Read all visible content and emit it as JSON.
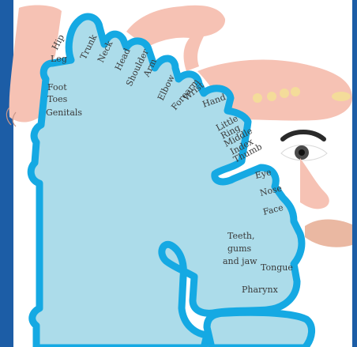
{
  "colors": {
    "frame_blue": "#1c5da6",
    "cortex_fill": "#acdcea",
    "cortex_outline": "#15a9e3",
    "body_skin": "#f6c2b4",
    "lips": "#eab8a2",
    "label_text": "#3a3a3a"
  },
  "labels": {
    "hip": "Hip",
    "trunk": "Trunk",
    "neck": "Neck",
    "head": "Head",
    "shoulder": "Shoulder",
    "arm": "Arm",
    "elbow": "Elbow",
    "forearm": "Forearm",
    "wrist": "Wrist",
    "hand": "Hand",
    "little": "Little",
    "ring": "Ring",
    "middle": "Middle",
    "index": "Index",
    "thumb": "Thumb",
    "leg": "Leg",
    "foot": "Foot",
    "toes": "Toes",
    "genitals": "Genitals",
    "eye": "Eye",
    "nose": "Nose",
    "face": "Face",
    "teeth_line1": "Teeth,",
    "teeth_line2": "gums",
    "teeth_line3": "and jaw",
    "tongue": "Tongue",
    "pharynx": "Pharynx"
  },
  "icons": [
    "leg-and-foot-illustration",
    "hand-illustration",
    "eye-illustration",
    "nose-illustration",
    "lips-illustration"
  ]
}
